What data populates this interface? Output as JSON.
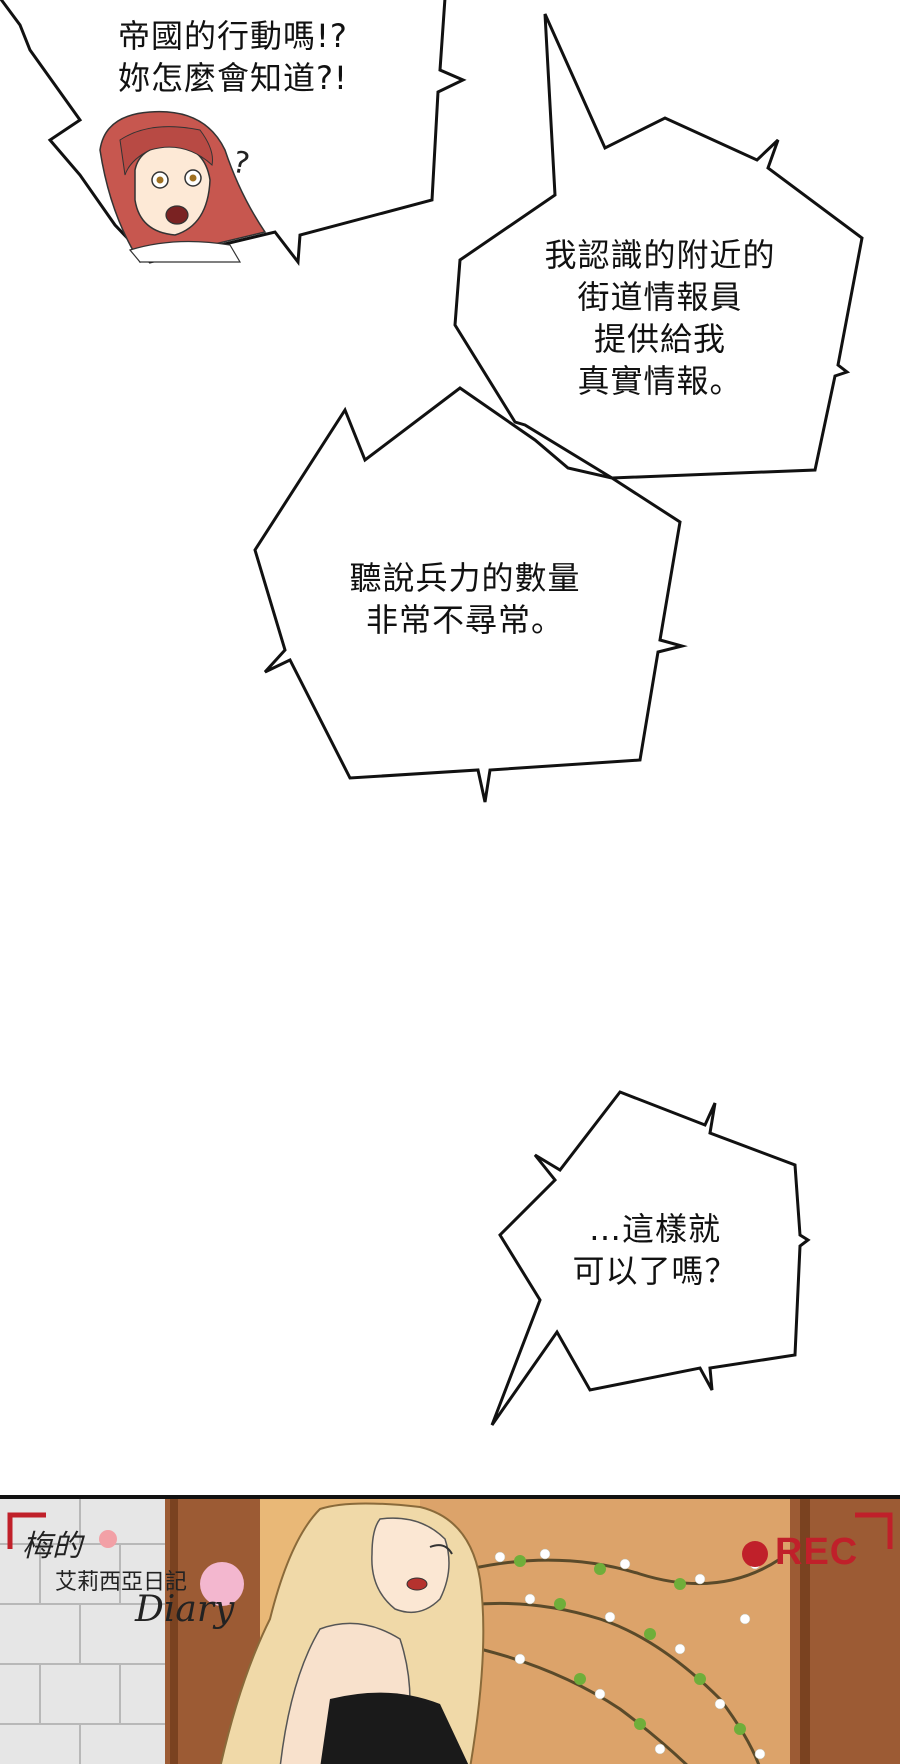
{
  "bubbles": [
    {
      "lines": [
        "帝國的行動嗎!?",
        "妳怎麼會知道?!"
      ]
    },
    {
      "lines": [
        "我認識的附近的",
        "街道情報員",
        "提供給我",
        "真實情報。"
      ]
    },
    {
      "lines": [
        "聽說兵力的數量",
        "非常不尋常。"
      ]
    },
    {
      "lines": [
        "…這樣就",
        "可以了嗎？"
      ]
    }
  ],
  "character_reaction": "?",
  "panel": {
    "rec_label": "REC",
    "logo": {
      "line1": "梅的",
      "line2": "艾莉西亞日記",
      "line3": "Diary"
    }
  },
  "colors": {
    "outline": "#111111",
    "rec_red": "#c0202a",
    "hair_red": "#c7574f",
    "blonde": "#f0d9a8"
  }
}
